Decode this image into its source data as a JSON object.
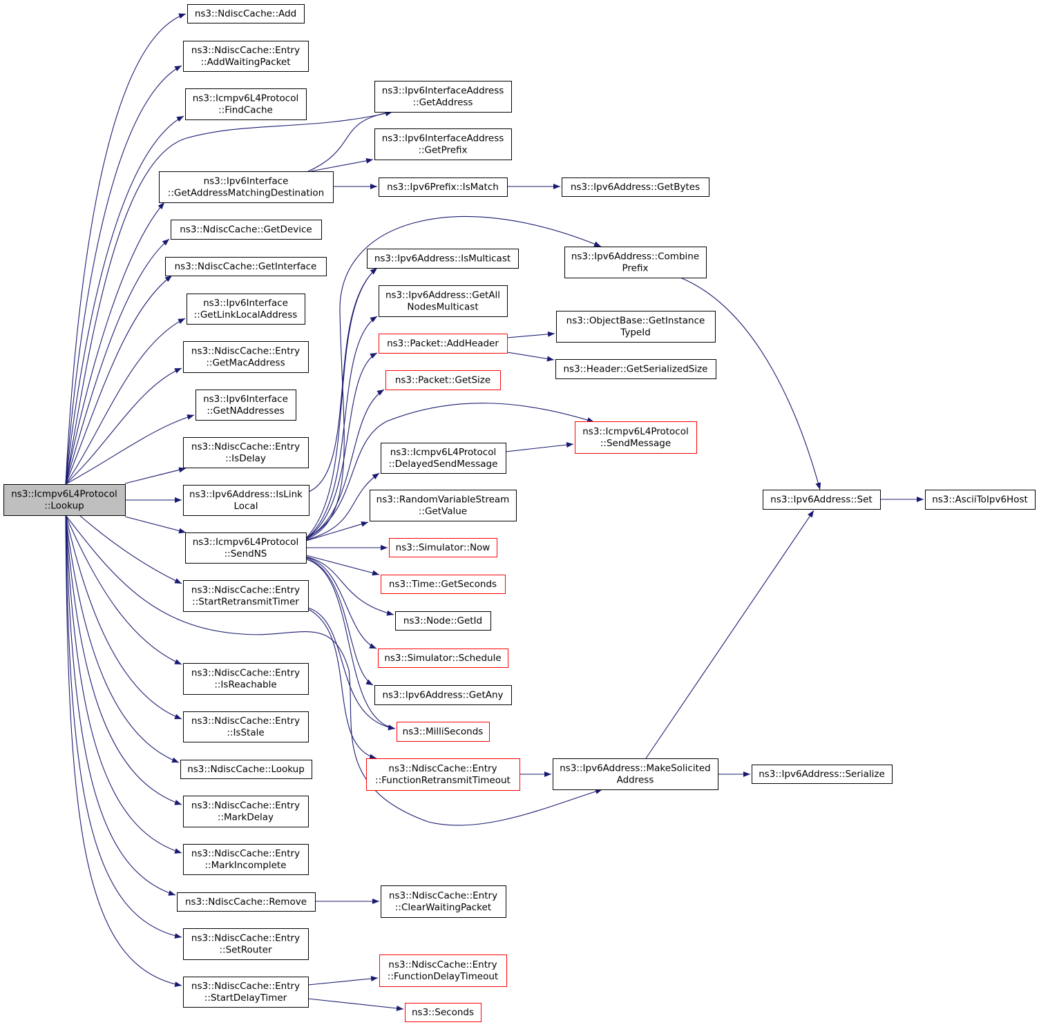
{
  "diagram": {
    "colors": {
      "edge": "#191970",
      "border_default": "#000000",
      "border_red": "#ff0000",
      "root_fill": "#bfbfbf",
      "node_fill": "#ffffff"
    },
    "nodes": [
      {
        "id": "lookup_root",
        "lines": [
          "ns3::Icmpv6L4Protocol",
          "::Lookup"
        ],
        "style": "root"
      },
      {
        "id": "ndisc_add",
        "lines": [
          "ns3::NdiscCache::Add"
        ],
        "style": "black"
      },
      {
        "id": "entry_addwaitingpacket",
        "lines": [
          "ns3::NdiscCache::Entry",
          "::AddWaitingPacket"
        ],
        "style": "black"
      },
      {
        "id": "icmp_findcache",
        "lines": [
          "ns3::Icmpv6L4Protocol",
          "::FindCache"
        ],
        "style": "black"
      },
      {
        "id": "iface_getaddrmatching",
        "lines": [
          "ns3::Ipv6Interface",
          "::GetAddressMatchingDestination"
        ],
        "style": "black"
      },
      {
        "id": "ndisc_getdevice",
        "lines": [
          "ns3::NdiscCache::GetDevice"
        ],
        "style": "black"
      },
      {
        "id": "ndisc_getinterface",
        "lines": [
          "ns3::NdiscCache::GetInterface"
        ],
        "style": "black"
      },
      {
        "id": "iface_getlinklocal",
        "lines": [
          "ns3::Ipv6Interface",
          "::GetLinkLocalAddress"
        ],
        "style": "black"
      },
      {
        "id": "entry_getmacaddress",
        "lines": [
          "ns3::NdiscCache::Entry",
          "::GetMacAddress"
        ],
        "style": "black"
      },
      {
        "id": "iface_getnaddresses",
        "lines": [
          "ns3::Ipv6Interface",
          "::GetNAddresses"
        ],
        "style": "black"
      },
      {
        "id": "entry_isdelay",
        "lines": [
          "ns3::NdiscCache::Entry",
          "::IsDelay"
        ],
        "style": "black"
      },
      {
        "id": "addr_islinklocal",
        "lines": [
          "ns3::Ipv6Address::IsLink",
          "Local"
        ],
        "style": "black"
      },
      {
        "id": "icmp_sendns",
        "lines": [
          "ns3::Icmpv6L4Protocol",
          "::SendNS"
        ],
        "style": "black"
      },
      {
        "id": "entry_startretransmit",
        "lines": [
          "ns3::NdiscCache::Entry",
          "::StartRetransmitTimer"
        ],
        "style": "black"
      },
      {
        "id": "entry_isreachable",
        "lines": [
          "ns3::NdiscCache::Entry",
          "::IsReachable"
        ],
        "style": "black"
      },
      {
        "id": "entry_isstale",
        "lines": [
          "ns3::NdiscCache::Entry",
          "::IsStale"
        ],
        "style": "black"
      },
      {
        "id": "ndisc_lookup",
        "lines": [
          "ns3::NdiscCache::Lookup"
        ],
        "style": "black"
      },
      {
        "id": "entry_markdelay",
        "lines": [
          "ns3::NdiscCache::Entry",
          "::MarkDelay"
        ],
        "style": "black"
      },
      {
        "id": "entry_markincomplete",
        "lines": [
          "ns3::NdiscCache::Entry",
          "::MarkIncomplete"
        ],
        "style": "black"
      },
      {
        "id": "ndisc_remove",
        "lines": [
          "ns3::NdiscCache::Remove"
        ],
        "style": "black"
      },
      {
        "id": "entry_setrouter",
        "lines": [
          "ns3::NdiscCache::Entry",
          "::SetRouter"
        ],
        "style": "black"
      },
      {
        "id": "entry_startdelay",
        "lines": [
          "ns3::NdiscCache::Entry",
          "::StartDelayTimer"
        ],
        "style": "black"
      },
      {
        "id": "ifaddr_getaddress",
        "lines": [
          "ns3::Ipv6InterfaceAddress",
          "::GetAddress"
        ],
        "style": "black"
      },
      {
        "id": "ifaddr_getprefix",
        "lines": [
          "ns3::Ipv6InterfaceAddress",
          "::GetPrefix"
        ],
        "style": "black"
      },
      {
        "id": "prefix_ismatch",
        "lines": [
          "ns3::Ipv6Prefix::IsMatch"
        ],
        "style": "black"
      },
      {
        "id": "addr_getbytes",
        "lines": [
          "ns3::Ipv6Address::GetBytes"
        ],
        "style": "black"
      },
      {
        "id": "addr_combineprefix",
        "lines": [
          "ns3::Ipv6Address::Combine",
          "Prefix"
        ],
        "style": "black"
      },
      {
        "id": "addr_ismulticast",
        "lines": [
          "ns3::Ipv6Address::IsMulticast"
        ],
        "style": "black"
      },
      {
        "id": "addr_getallnodes",
        "lines": [
          "ns3::Ipv6Address::GetAll",
          "NodesMulticast"
        ],
        "style": "black"
      },
      {
        "id": "packet_addheader",
        "lines": [
          "ns3::Packet::AddHeader"
        ],
        "style": "red"
      },
      {
        "id": "objectbase_getinstancetypeid",
        "lines": [
          "ns3::ObjectBase::GetInstance",
          "TypeId"
        ],
        "style": "black"
      },
      {
        "id": "header_getserializedsize",
        "lines": [
          "ns3::Header::GetSerializedSize"
        ],
        "style": "black"
      },
      {
        "id": "packet_getsize",
        "lines": [
          "ns3::Packet::GetSize"
        ],
        "style": "red"
      },
      {
        "id": "icmp_sendmessage",
        "lines": [
          "ns3::Icmpv6L4Protocol",
          "::SendMessage"
        ],
        "style": "red"
      },
      {
        "id": "icmp_delayedsend",
        "lines": [
          "ns3::Icmpv6L4Protocol",
          "::DelayedSendMessage"
        ],
        "style": "black"
      },
      {
        "id": "rvs_getvalue",
        "lines": [
          "ns3::RandomVariableStream",
          "::GetValue"
        ],
        "style": "black"
      },
      {
        "id": "sim_now",
        "lines": [
          "ns3::Simulator::Now"
        ],
        "style": "red"
      },
      {
        "id": "time_getseconds",
        "lines": [
          "ns3::Time::GetSeconds"
        ],
        "style": "red"
      },
      {
        "id": "node_getid",
        "lines": [
          "ns3::Node::GetId"
        ],
        "style": "black"
      },
      {
        "id": "sim_schedule",
        "lines": [
          "ns3::Simulator::Schedule"
        ],
        "style": "red"
      },
      {
        "id": "addr_getany",
        "lines": [
          "ns3::Ipv6Address::GetAny"
        ],
        "style": "black"
      },
      {
        "id": "milliseconds",
        "lines": [
          "ns3::MilliSeconds"
        ],
        "style": "red"
      },
      {
        "id": "entry_funcretransmit",
        "lines": [
          "ns3::NdiscCache::Entry",
          "::FunctionRetransmitTimeout"
        ],
        "style": "red"
      },
      {
        "id": "addr_makesolicited",
        "lines": [
          "ns3::Ipv6Address::MakeSolicited",
          "Address"
        ],
        "style": "black"
      },
      {
        "id": "addr_serialize",
        "lines": [
          "ns3::Ipv6Address::Serialize"
        ],
        "style": "black"
      },
      {
        "id": "addr_set",
        "lines": [
          "ns3::Ipv6Address::Set"
        ],
        "style": "black"
      },
      {
        "id": "asciitoipv6host",
        "lines": [
          "ns3::AsciiToIpv6Host"
        ],
        "style": "black"
      },
      {
        "id": "entry_clearwaiting",
        "lines": [
          "ns3::NdiscCache::Entry",
          "::ClearWaitingPacket"
        ],
        "style": "black"
      },
      {
        "id": "entry_funcdelay",
        "lines": [
          "ns3::NdiscCache::Entry",
          "::FunctionDelayTimeout"
        ],
        "style": "red"
      },
      {
        "id": "seconds",
        "lines": [
          "ns3::Seconds"
        ],
        "style": "red"
      }
    ],
    "edges": [
      {
        "from": "lookup_root",
        "to": "ndisc_add"
      },
      {
        "from": "lookup_root",
        "to": "entry_addwaitingpacket"
      },
      {
        "from": "lookup_root",
        "to": "icmp_findcache"
      },
      {
        "from": "lookup_root",
        "to": "ifaddr_getaddress"
      },
      {
        "from": "lookup_root",
        "to": "iface_getaddrmatching"
      },
      {
        "from": "lookup_root",
        "to": "ndisc_getdevice"
      },
      {
        "from": "lookup_root",
        "to": "ndisc_getinterface"
      },
      {
        "from": "lookup_root",
        "to": "iface_getlinklocal"
      },
      {
        "from": "lookup_root",
        "to": "entry_getmacaddress"
      },
      {
        "from": "lookup_root",
        "to": "iface_getnaddresses"
      },
      {
        "from": "lookup_root",
        "to": "entry_isdelay"
      },
      {
        "from": "lookup_root",
        "to": "addr_islinklocal"
      },
      {
        "from": "lookup_root",
        "to": "icmp_sendns"
      },
      {
        "from": "lookup_root",
        "to": "entry_startretransmit"
      },
      {
        "from": "lookup_root",
        "to": "addr_makesolicited"
      },
      {
        "from": "lookup_root",
        "to": "entry_isreachable"
      },
      {
        "from": "lookup_root",
        "to": "entry_isstale"
      },
      {
        "from": "lookup_root",
        "to": "ndisc_lookup"
      },
      {
        "from": "lookup_root",
        "to": "entry_markdelay"
      },
      {
        "from": "lookup_root",
        "to": "entry_markincomplete"
      },
      {
        "from": "lookup_root",
        "to": "ndisc_remove"
      },
      {
        "from": "lookup_root",
        "to": "entry_setrouter"
      },
      {
        "from": "lookup_root",
        "to": "entry_startdelay"
      },
      {
        "from": "iface_getaddrmatching",
        "to": "ifaddr_getaddress"
      },
      {
        "from": "iface_getaddrmatching",
        "to": "ifaddr_getprefix"
      },
      {
        "from": "iface_getaddrmatching",
        "to": "prefix_ismatch"
      },
      {
        "from": "prefix_ismatch",
        "to": "addr_getbytes"
      },
      {
        "from": "addr_islinklocal",
        "to": "addr_ismulticast"
      },
      {
        "from": "addr_combineprefix",
        "to": "addr_set"
      },
      {
        "from": "addr_set",
        "to": "asciitoipv6host"
      },
      {
        "from": "packet_addheader",
        "to": "objectbase_getinstancetypeid"
      },
      {
        "from": "packet_addheader",
        "to": "header_getserializedsize"
      },
      {
        "from": "icmp_delayedsend",
        "to": "icmp_sendmessage"
      },
      {
        "from": "icmp_sendns",
        "to": "addr_combineprefix"
      },
      {
        "from": "icmp_sendns",
        "to": "addr_ismulticast"
      },
      {
        "from": "icmp_sendns",
        "to": "addr_getallnodes"
      },
      {
        "from": "icmp_sendns",
        "to": "packet_addheader"
      },
      {
        "from": "icmp_sendns",
        "to": "packet_getsize"
      },
      {
        "from": "icmp_sendns",
        "to": "icmp_sendmessage"
      },
      {
        "from": "icmp_sendns",
        "to": "icmp_delayedsend"
      },
      {
        "from": "icmp_sendns",
        "to": "rvs_getvalue"
      },
      {
        "from": "icmp_sendns",
        "to": "sim_now"
      },
      {
        "from": "icmp_sendns",
        "to": "time_getseconds"
      },
      {
        "from": "icmp_sendns",
        "to": "node_getid"
      },
      {
        "from": "icmp_sendns",
        "to": "sim_schedule"
      },
      {
        "from": "icmp_sendns",
        "to": "addr_getany"
      },
      {
        "from": "icmp_sendns",
        "to": "milliseconds"
      },
      {
        "from": "entry_startretransmit",
        "to": "milliseconds"
      },
      {
        "from": "entry_startretransmit",
        "to": "entry_funcretransmit"
      },
      {
        "from": "entry_funcretransmit",
        "to": "addr_makesolicited"
      },
      {
        "from": "addr_makesolicited",
        "to": "addr_set"
      },
      {
        "from": "addr_makesolicited",
        "to": "addr_serialize"
      },
      {
        "from": "ndisc_remove",
        "to": "entry_clearwaiting"
      },
      {
        "from": "entry_startdelay",
        "to": "entry_funcdelay"
      },
      {
        "from": "entry_startdelay",
        "to": "seconds"
      }
    ]
  }
}
